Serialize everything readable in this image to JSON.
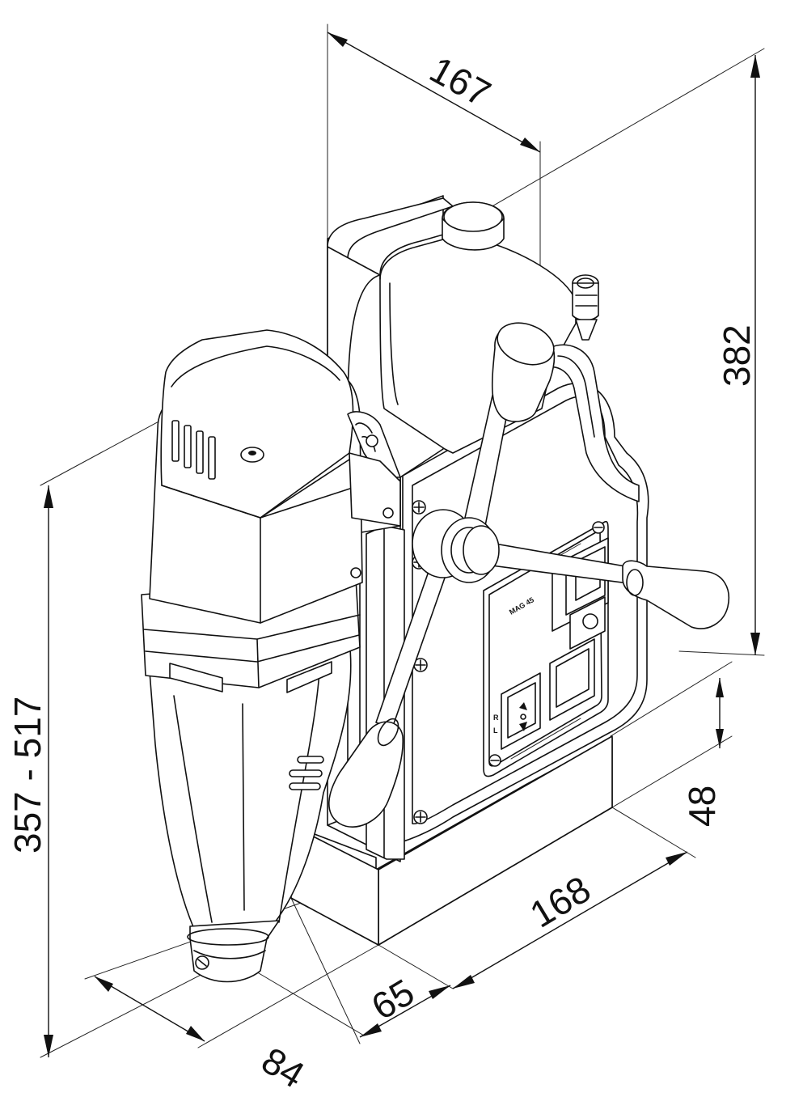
{
  "dimensions": {
    "top_depth": "167",
    "height_right": "382",
    "height_left": "357 - 517",
    "base_height": "48",
    "base_length": "168",
    "base_width": "65",
    "front_width": "84"
  },
  "panel": {
    "model_label": "MAG 45",
    "switch_label_left_top": "R",
    "switch_label_left_bottom": "L"
  }
}
